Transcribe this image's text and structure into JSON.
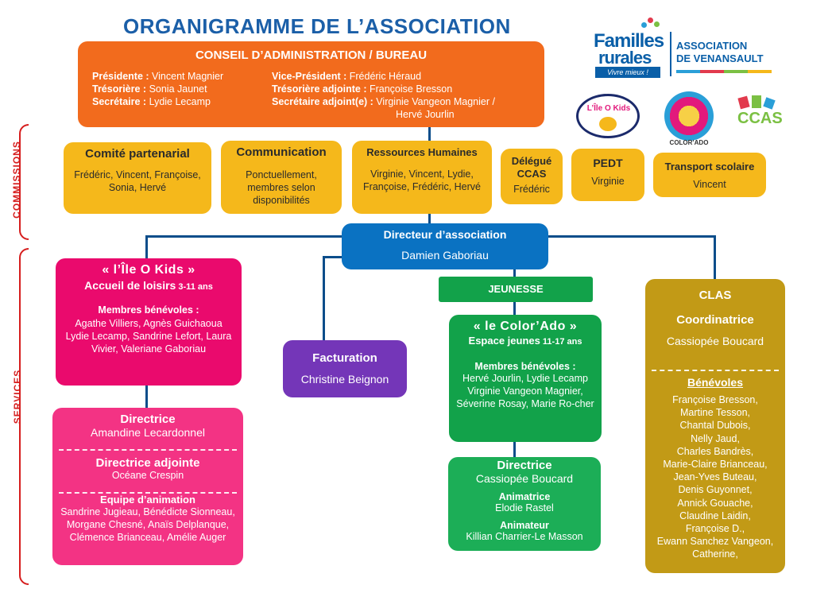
{
  "title": "ORGANIGRAMME DE L’ASSOCIATION",
  "logo": {
    "brand_line1": "Familles",
    "brand_line2": "rurales",
    "tagline": "Vivre mieux !",
    "assoc1": "ASSOCIATION",
    "assoc2": "DE VENANSAULT"
  },
  "side": {
    "commissions": "COMMISSIONS",
    "services": "SERVICES"
  },
  "conseil": {
    "title": "CONSEIL D’ADMINISTRATION / BUREAU",
    "left": [
      {
        "role": "Présidente :",
        "name": " Vincent Magnier"
      },
      {
        "role": "Trésorière :",
        "name": " Sonia Jaunet"
      },
      {
        "role": "Secrétaire :",
        "name": " Lydie Lecamp"
      }
    ],
    "right": [
      {
        "role": "Vice-Président :",
        "name": " Frédéric Héraud"
      },
      {
        "role": "Trésorière adjointe :",
        "name": " Françoise Bresson"
      },
      {
        "role": "Secrétaire adjoint(e) :",
        "name": " Virginie Vangeon Magnier /"
      }
    ],
    "right_extra": "Hervé Jourlin"
  },
  "commissions": [
    {
      "title": "Comité partenarial",
      "body": "Frédéric, Vincent, Françoise, Sonia, Hervé"
    },
    {
      "title": "Communication",
      "body": "Ponctuellement, membres selon disponibilités"
    },
    {
      "title": "Ressources Humaines",
      "body": "Virginie, Vincent, Lydie, Françoise, Frédéric, Hervé"
    },
    {
      "title": "Délégué CCAS",
      "body": "Frédéric"
    },
    {
      "title": "PEDT",
      "body": "Virginie"
    },
    {
      "title": "Transport scolaire",
      "body": "Vincent"
    }
  ],
  "directeur": {
    "title": "Directeur d’association",
    "name": "Damien Gaboriau"
  },
  "ileokids": {
    "title": "« l’Île O Kids »",
    "subtitle": "Accueil de loisirs",
    "ages": " 3-11 ans",
    "members_title": "Membres bénévoles :",
    "members": "Agathe Villiers, Agnès Guichaoua Lydie Lecamp, Sandrine Lefort, Laura Vivier, Valeriane Gaboriau"
  },
  "ileokids_staff": {
    "directrice_title": "Directrice",
    "directrice": "Amandine Lecardonnel",
    "adjointe_title": "Directrice adjointe",
    "adjointe": "Océane Crespin",
    "equipe_title": "Equipe d’animation",
    "equipe": "Sandrine Jugieau, Bénédicte Sionneau, Morgane Chesné, Anaïs Delplanque, Clémence Brianceau, Amélie Auger"
  },
  "facturation": {
    "title": "Facturation",
    "name": "Christine Beignon"
  },
  "jeunesse": {
    "label": "JEUNESSE"
  },
  "colorado": {
    "title": "« le Color’Ado »",
    "subtitle": "Espace jeunes",
    "ages": " 11-17 ans",
    "members_title": "Membres bénévoles :",
    "members": "Hervé Jourlin, Lydie Lecamp Virginie Vangeon Magnier, Séverine Rosay, Marie Ro-cher"
  },
  "colorado_staff": {
    "directrice_title": "Directrice",
    "directrice": "Cassiopée Boucard",
    "animatrice_title": "Animatrice",
    "animatrice": "Elodie Rastel",
    "animateur_title": "Animateur",
    "animateur": "Killian Charrier-Le Masson"
  },
  "clas": {
    "title": "CLAS",
    "coord_title": "Coordinatrice",
    "coord": "Cassiopée Boucard",
    "benevoles_title": "Bénévoles",
    "benevoles": [
      "Françoise Bresson,",
      "Martine Tesson,",
      "Chantal Dubois,",
      "Nelly Jaud,",
      "Charles Bandrès,",
      "Marie-Claire Brianceau,",
      "Jean-Yves Buteau,",
      "Denis Guyonnet,",
      "Annick Gouache,",
      "Claudine Laidin,",
      "Françoise D.,",
      "Ewann Sanchez Vangeon,",
      "Catherine,"
    ]
  },
  "mini_logos": {
    "ileokids": "L’Île O Kids",
    "colorado": "COLOR’ADO",
    "ccas": "CCAS"
  },
  "colors": {
    "orange": "#f26b1d",
    "yellow": "#f5b81b",
    "blue": "#0a72c2",
    "pink": "#ea0a6d",
    "purple": "#7436b8",
    "green": "#12a24a",
    "gold": "#c29a16"
  }
}
